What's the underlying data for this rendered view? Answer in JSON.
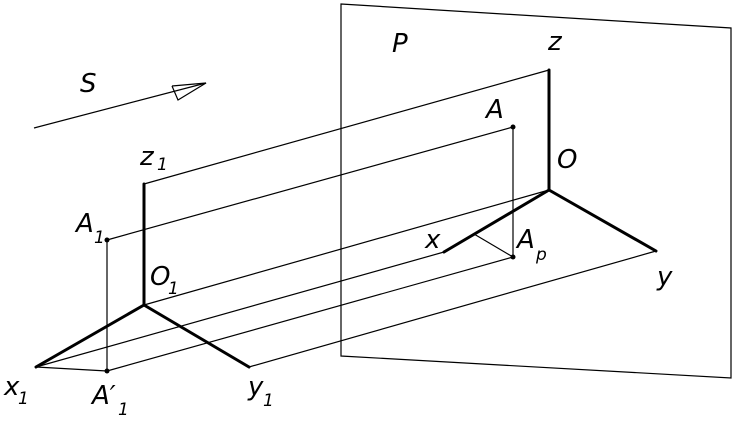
{
  "labels": {
    "S": "S",
    "P": "P",
    "z": "z",
    "A": "A",
    "O": "O",
    "x": "x",
    "y": "y",
    "Ap_main": "A",
    "Ap_sub": "p",
    "z1_main": "z",
    "z1_sub": "1",
    "A1_main": "A",
    "A1_sub": "1",
    "O1_main": "O",
    "O1_sub": "1",
    "x1_main": "x",
    "x1_sub": "1",
    "A1p_main": "A′",
    "A1p_sub": "1",
    "y1_main": "y",
    "y1_sub": "1"
  }
}
